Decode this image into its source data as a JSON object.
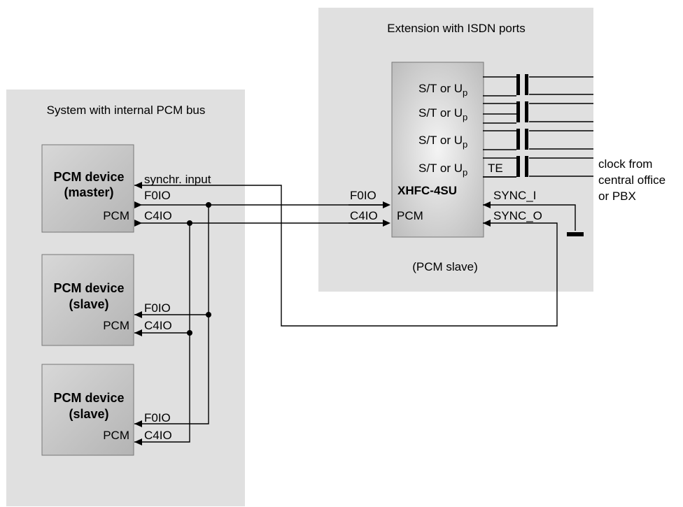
{
  "regions": {
    "system": {
      "label": "System with internal PCM bus"
    },
    "extension": {
      "label": "Extension with ISDN ports"
    }
  },
  "devices": {
    "master": {
      "line1": "PCM device",
      "line2": "(master)",
      "pcm": "PCM",
      "pin_sync": "synchr. input",
      "pin_f0": "F0IO",
      "pin_c4": "C4IO"
    },
    "slave1": {
      "line1": "PCM device",
      "line2": "(slave)",
      "pcm": "PCM",
      "pin_f0": "F0IO",
      "pin_c4": "C4IO"
    },
    "slave2": {
      "line1": "PCM device",
      "line2": "(slave)",
      "pcm": "PCM",
      "pin_f0": "F0IO",
      "pin_c4": "C4IO"
    }
  },
  "chip": {
    "name": "XHFC-4SU",
    "role": "(PCM slave)",
    "port_prefix": "S/T or U",
    "port_sub": "p",
    "te": "TE",
    "pin_f0": "F0IO",
    "pin_c4": "C4IO",
    "pcm": "PCM",
    "sync_i": "SYNC_I",
    "sync_o": "SYNC_O"
  },
  "clock_note": [
    "clock from",
    "central office",
    "or PBX"
  ]
}
